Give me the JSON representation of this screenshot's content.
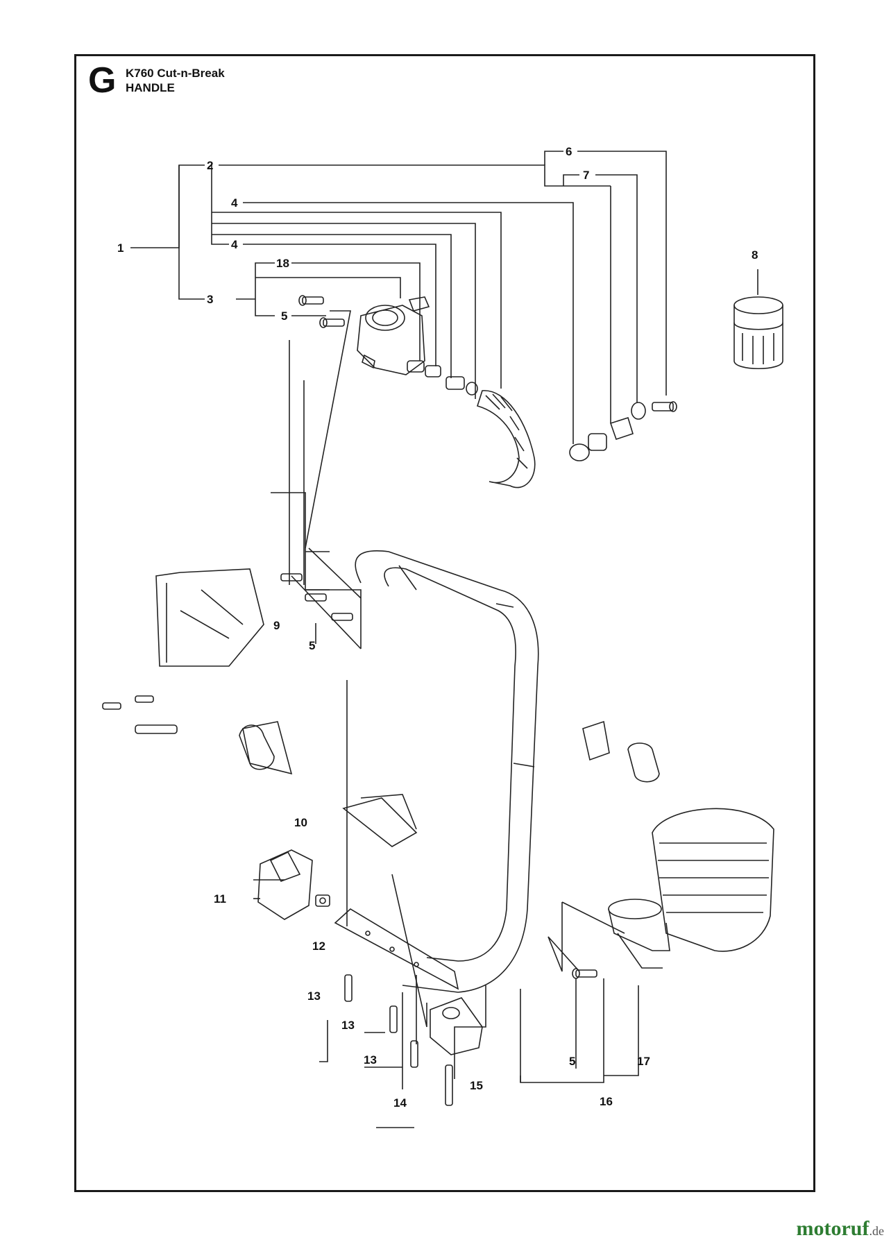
{
  "header": {
    "section_letter": "G",
    "model": "K760 Cut-n-Break",
    "assembly": "HANDLE"
  },
  "callouts": {
    "c1": "1",
    "c2": "2",
    "c3": "3",
    "c4a": "4",
    "c4b": "4",
    "c5a": "5",
    "c5b": "5",
    "c5c": "5",
    "c6": "6",
    "c7": "7",
    "c8": "8",
    "c9": "9",
    "c10": "10",
    "c11": "11",
    "c12": "12",
    "c13a": "13",
    "c13b": "13",
    "c13c": "13",
    "c14": "14",
    "c15": "15",
    "c16": "16",
    "c17": "17",
    "c18": "18"
  },
  "watermark": {
    "brand": "motoruf",
    "tld": ".de"
  }
}
